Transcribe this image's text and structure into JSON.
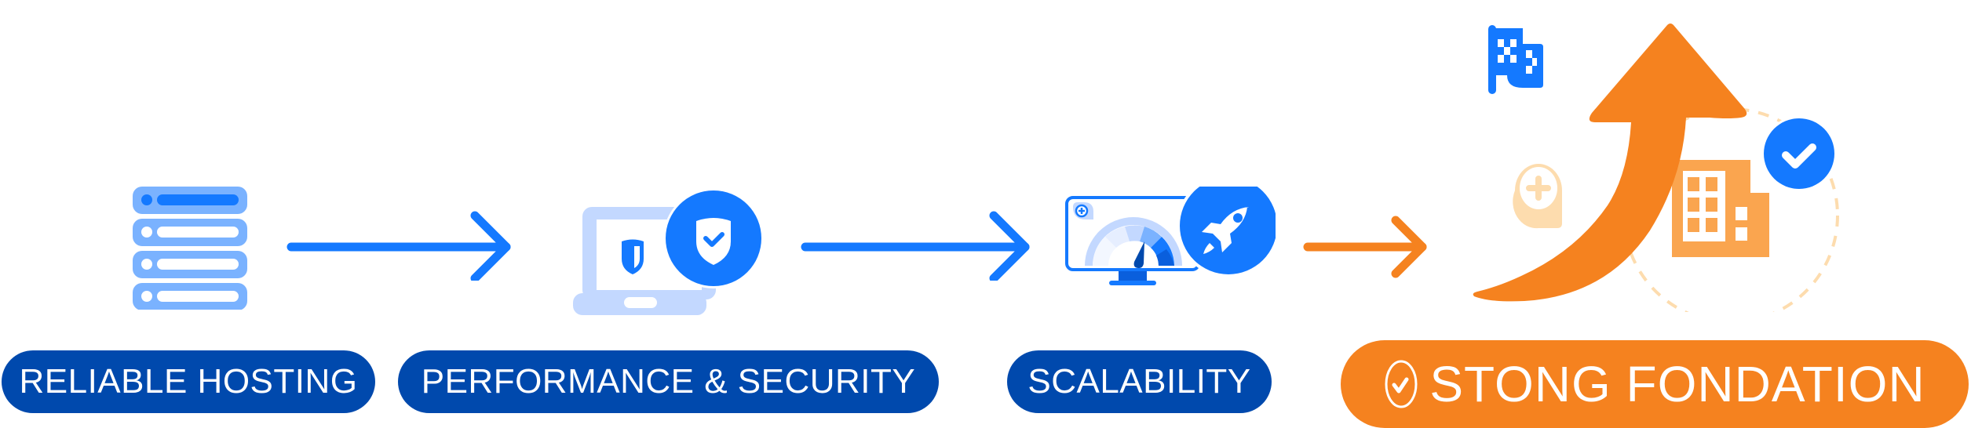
{
  "diagram": {
    "title": "Hosting value flow",
    "colors": {
      "step_blue": "#0049AD",
      "accent_blue": "#1479FF",
      "light_blue": "#7AB2FF",
      "pale_blue": "#C3D8FF",
      "orange": "#F5821F",
      "light_orange": "#FAA54F",
      "pale_orange": "#FDDCAE",
      "white": "#FFFFFF"
    },
    "steps": [
      {
        "label": "RELIABLE HOSTING",
        "icon": "server-stack-icon"
      },
      {
        "label": "PERFORMANCE & SECURITY",
        "icon": "laptop-shield-icon"
      },
      {
        "label": "SCALABILITY",
        "icon": "monitor-speedometer-rocket-icon"
      },
      {
        "label": "STONG FONDATION",
        "icon": "growth-arrow-building-icon",
        "badge_icon": "check-circle-icon"
      }
    ],
    "connectors": [
      {
        "from": "RELIABLE HOSTING",
        "to": "PERFORMANCE & SECURITY",
        "color": "blue"
      },
      {
        "from": "PERFORMANCE & SECURITY",
        "to": "SCALABILITY",
        "color": "blue"
      },
      {
        "from": "SCALABILITY",
        "to": "STONG FONDATION",
        "color": "orange"
      }
    ]
  }
}
